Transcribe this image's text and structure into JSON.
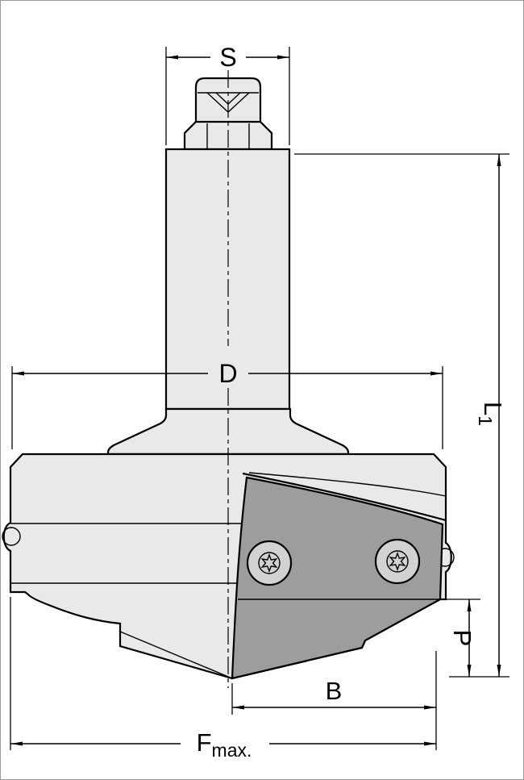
{
  "figure": {
    "labels": {
      "s": "S",
      "d": "D",
      "l1_main": "L",
      "l1_sub": "1",
      "p": "P",
      "b": "B",
      "f_main": "F",
      "f_sub": "max."
    },
    "colors": {
      "background": "#ffffff",
      "outline": "#000000",
      "body_fill": "#e9e9e9",
      "insert_fill": "#9d9d9d",
      "rear_knife_fill": "#8f8f8f",
      "screw_fill": "#d2d2d2",
      "screw_inner_fill": "#ededed",
      "torx_fill": "#c4c4c4"
    }
  }
}
